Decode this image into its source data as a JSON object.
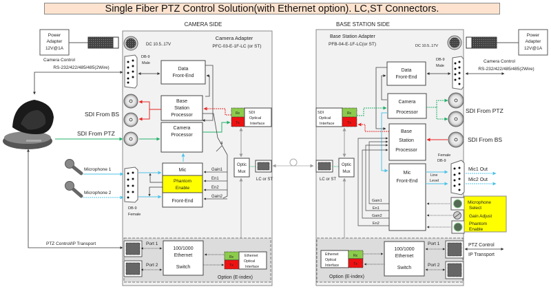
{
  "title": "Single Fiber PTZ Control Solution(with Ethernet option). LC,ST Connectors.",
  "colors": {
    "title_bg": "#fde3cf",
    "panel_bg": "#f2f2f2",
    "option_bg": "#dcdcdc",
    "rx": "#8ccc4c",
    "tx": "#ee1111",
    "highlight": "#ffff00",
    "green_line": "#22b06a",
    "red_line": "#e82222",
    "cyan_line": "#4ec3e8"
  },
  "camera_side": {
    "header": "CAMERA SIDE",
    "adapter_name": "Camera Adapter",
    "adapter_model": "PFC-03-E-1F-LC (or ST)",
    "dc_label": "DC 10.5..17V",
    "db9_top": [
      "DB-9",
      "Male"
    ],
    "db9_bottom": [
      "DB-9",
      "Female"
    ],
    "data_frontend": [
      "Data",
      "Front-End"
    ],
    "bs_processor": [
      "Base",
      "Station",
      "Processor"
    ],
    "cam_processor": [
      "Camera",
      "Processor"
    ],
    "mic_top": "Mic",
    "phantom": [
      "Phantom",
      "Enable"
    ],
    "mic_bottom": "Front-End",
    "ctrl_labels": [
      "Gain1",
      "En1",
      "En2",
      "Gain2"
    ],
    "bus_count": "4",
    "sdi_optical": [
      "SDI",
      "Optical",
      "Interface"
    ],
    "rx": "Rx",
    "tx": "Tx",
    "optic_mux": [
      "Optic",
      "Mux"
    ],
    "lc_st": "LC or ST",
    "option": {
      "port1": "Port 1",
      "port2": "Port 2",
      "switch": [
        "100/1000",
        "Ethernet",
        "Switch"
      ],
      "eth_optical": [
        "Ethernet",
        "Optical",
        "Interface"
      ],
      "label": "Option (E-index)"
    }
  },
  "camera_external": {
    "power_adapter": [
      "Power",
      "Adapter",
      "12V@1A"
    ],
    "camera_control": [
      "Camera Control",
      "RS-232/422/485/485(2Wire)"
    ],
    "sdi_from_bs": "SDI From BS",
    "sdi_from_ptz": "SDI From PTZ",
    "microphone1": "Microphone 1",
    "microphone2": "Microphone 2",
    "ptz_ip": "PTZ Control/IP Transport"
  },
  "base_side": {
    "header": "BASE STATION SIDE",
    "adapter_name": "Base Station Adapter",
    "adapter_model": "PFB-04-E-1F-LC(or ST)",
    "dc_label": "DC 10.5..17V",
    "db9_top": [
      "DB-9",
      "Male"
    ],
    "db9_bottom": [
      "Female",
      "DB-9"
    ],
    "data_frontend": [
      "Data",
      "Front-End"
    ],
    "cam_processor": [
      "Camera",
      "Processor"
    ],
    "bs_processor": [
      "Base",
      "Station",
      "Processor"
    ],
    "mic_frontend": [
      "Mic",
      "Front-End"
    ],
    "line_level": [
      "Line",
      "Level"
    ],
    "ctrl_labels": [
      "Gain1",
      "En1",
      "Gain2",
      "En2"
    ],
    "sdi_optical": [
      "SDI",
      "Optical",
      "Interface"
    ],
    "rx": "Rx",
    "tx": "Tx",
    "optic_mux": [
      "Optic",
      "Mux"
    ],
    "lc_st": "LC or ST",
    "controls": [
      "Microphone",
      "Select",
      "Gain Adjust",
      "Phantom",
      "Enable"
    ],
    "option": {
      "port1": "Port 1",
      "port2": "Port 2",
      "switch": [
        "100/1000",
        "Ethernet",
        "Switch"
      ],
      "eth_optical": [
        "Ethernet",
        "Optical",
        "Interface"
      ],
      "label": "Option (E-index)"
    }
  },
  "base_external": {
    "power_adapter": [
      "Power",
      "Adapter",
      "12V@1A"
    ],
    "camera_control": [
      "Camera Control",
      "RS-232/422/485/485(2Wire)"
    ],
    "sdi_from_ptz": "SDI From PTZ",
    "sdi_from_bs": "SDI From BS",
    "mic1_out": "Mic1 Out",
    "mic2_out": "Mic2 Out",
    "ptz_ip": [
      "PTZ Control",
      "IP Transport"
    ]
  }
}
